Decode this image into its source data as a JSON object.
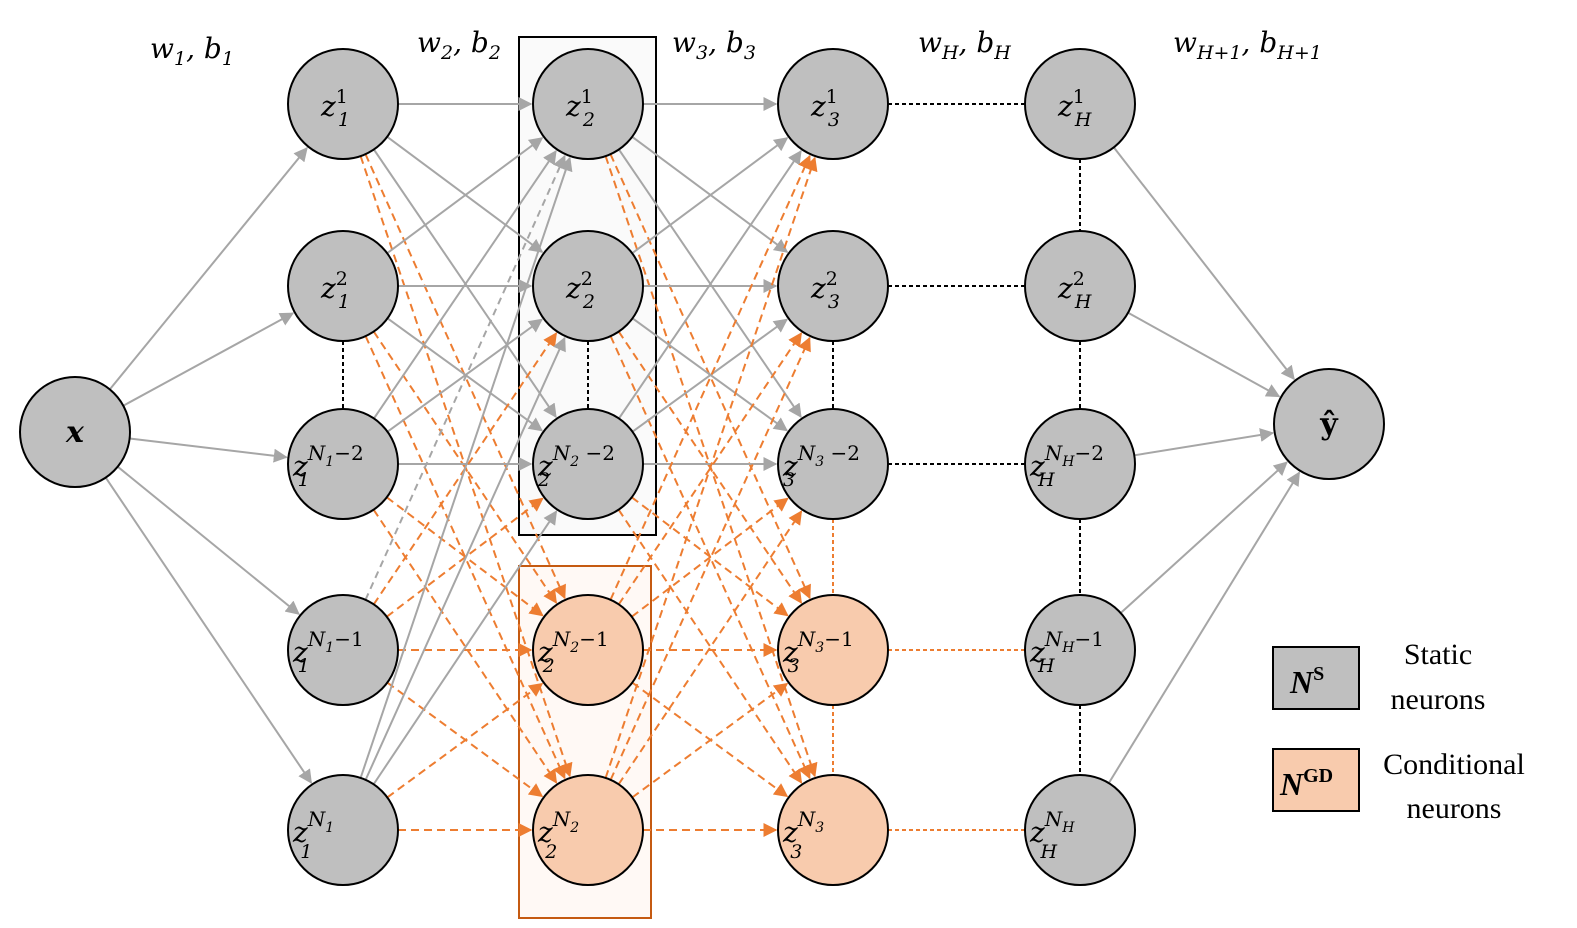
{
  "layer_params": [
    {
      "w": "w",
      "wsub": "1",
      "b": "b",
      "bsub": "1"
    },
    {
      "w": "w",
      "wsub": "2",
      "b": "b",
      "bsub": "2"
    },
    {
      "w": "w",
      "wsub": "3",
      "b": "b",
      "bsub": "3"
    },
    {
      "w": "w",
      "wsub": "H",
      "b": "b",
      "bsub": "H"
    },
    {
      "w": "w",
      "wsub": "H+1",
      "b": "b",
      "bsub": "H+1"
    }
  ],
  "input_node": {
    "label": "x"
  },
  "output_node": {
    "label": "ŷ"
  },
  "layers": [
    {
      "sub": "1",
      "nodes": [
        {
          "sup": "1",
          "type": "static"
        },
        {
          "sup": "2",
          "type": "static"
        },
        {
          "sup": "N",
          "supsub": "1",
          "suptail": "−2",
          "type": "static"
        },
        {
          "sup": "N",
          "supsub": "1",
          "suptail": "−1",
          "type": "static"
        },
        {
          "sup": "N",
          "supsub": "1",
          "suptail": "",
          "type": "static"
        }
      ]
    },
    {
      "sub": "2",
      "nodes": [
        {
          "sup": "1",
          "type": "static"
        },
        {
          "sup": "2",
          "type": "static"
        },
        {
          "sup": "N",
          "supsub": "2",
          "suptail": " −2",
          "type": "static"
        },
        {
          "sup": "N",
          "supsub": "2",
          "suptail": "−1",
          "type": "conditional"
        },
        {
          "sup": "N",
          "supsub": "2",
          "suptail": "",
          "type": "conditional"
        }
      ]
    },
    {
      "sub": "3",
      "nodes": [
        {
          "sup": "1",
          "type": "static"
        },
        {
          "sup": "2",
          "type": "static"
        },
        {
          "sup": "N",
          "supsub": "3",
          "suptail": " −2",
          "type": "static"
        },
        {
          "sup": "N",
          "supsub": "3",
          "suptail": "−1",
          "type": "conditional"
        },
        {
          "sup": "N",
          "supsub": "3",
          "suptail": "",
          "type": "conditional"
        }
      ]
    },
    {
      "sub": "H",
      "nodes": [
        {
          "sup": "1",
          "type": "static"
        },
        {
          "sup": "2",
          "type": "static"
        },
        {
          "sup": "N",
          "supsub": "H",
          "suptail": "−2",
          "type": "static"
        },
        {
          "sup": "N",
          "supsub": "H",
          "suptail": "−1",
          "type": "static"
        },
        {
          "sup": "N",
          "supsub": "H",
          "suptail": "",
          "type": "static"
        }
      ]
    }
  ],
  "legend": {
    "static": {
      "symbol": "N",
      "symbol_sup": "S",
      "line1": "Static",
      "line2": "neurons"
    },
    "conditional": {
      "symbol": "N",
      "symbol_sup": "GD",
      "line1": "Conditional",
      "line2": "neurons"
    }
  },
  "colors": {
    "static_fill": "#bfbfbf",
    "conditional_fill": "#f8cbad",
    "grey_edge": "#a6a6a6",
    "orange_edge": "#ed7d31",
    "conditional_box_border": "#c55a11"
  }
}
